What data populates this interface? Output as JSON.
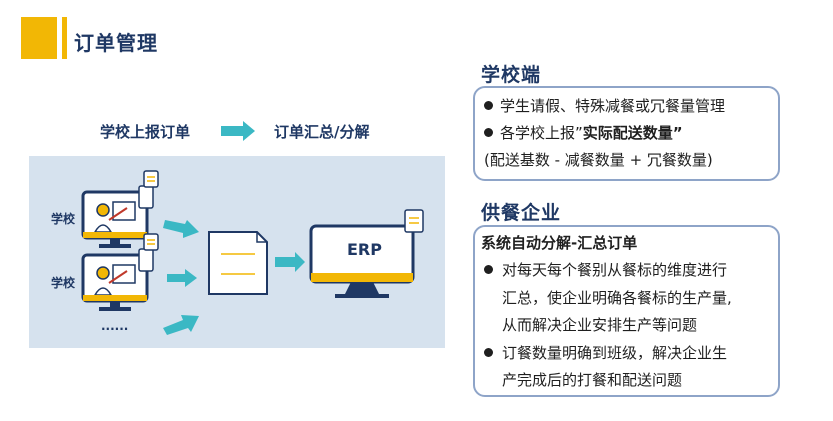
{
  "header": {
    "title": "订单管理"
  },
  "flow": {
    "left": "学校上报订单",
    "right": "订单汇总/分解"
  },
  "diagram": {
    "school_label_1": "学校",
    "school_label_2": "学校",
    "ellipsis": "......",
    "erp_label": "ERP"
  },
  "school_section": {
    "title": "学校端",
    "item1": "学生请假、特殊减餐或冗餐量管理",
    "item2_prefix": "各学校上报”",
    "item2_bold": "实际配送数量”",
    "item2_sub": "(配送基数 - 减餐数量 + 冗餐数量)"
  },
  "supplier_section": {
    "title": "供餐企业",
    "heading": "系统自动分解-汇总订单",
    "item1_line1": "对每天每个餐别从餐标的维度进行",
    "item1_line2": "汇总，使企业明确各餐标的生产量,",
    "item1_line3": "从而解决企业安排生产等问题",
    "item2_line1": "订餐数量明确到班级，解决企业生",
    "item2_line2": "产完成后的打餐和配送问题"
  },
  "colors": {
    "accent": "#f2b705",
    "navy": "#1f3864",
    "teal": "#3bb8c4",
    "diagram_bg": "#d6e2ee"
  }
}
